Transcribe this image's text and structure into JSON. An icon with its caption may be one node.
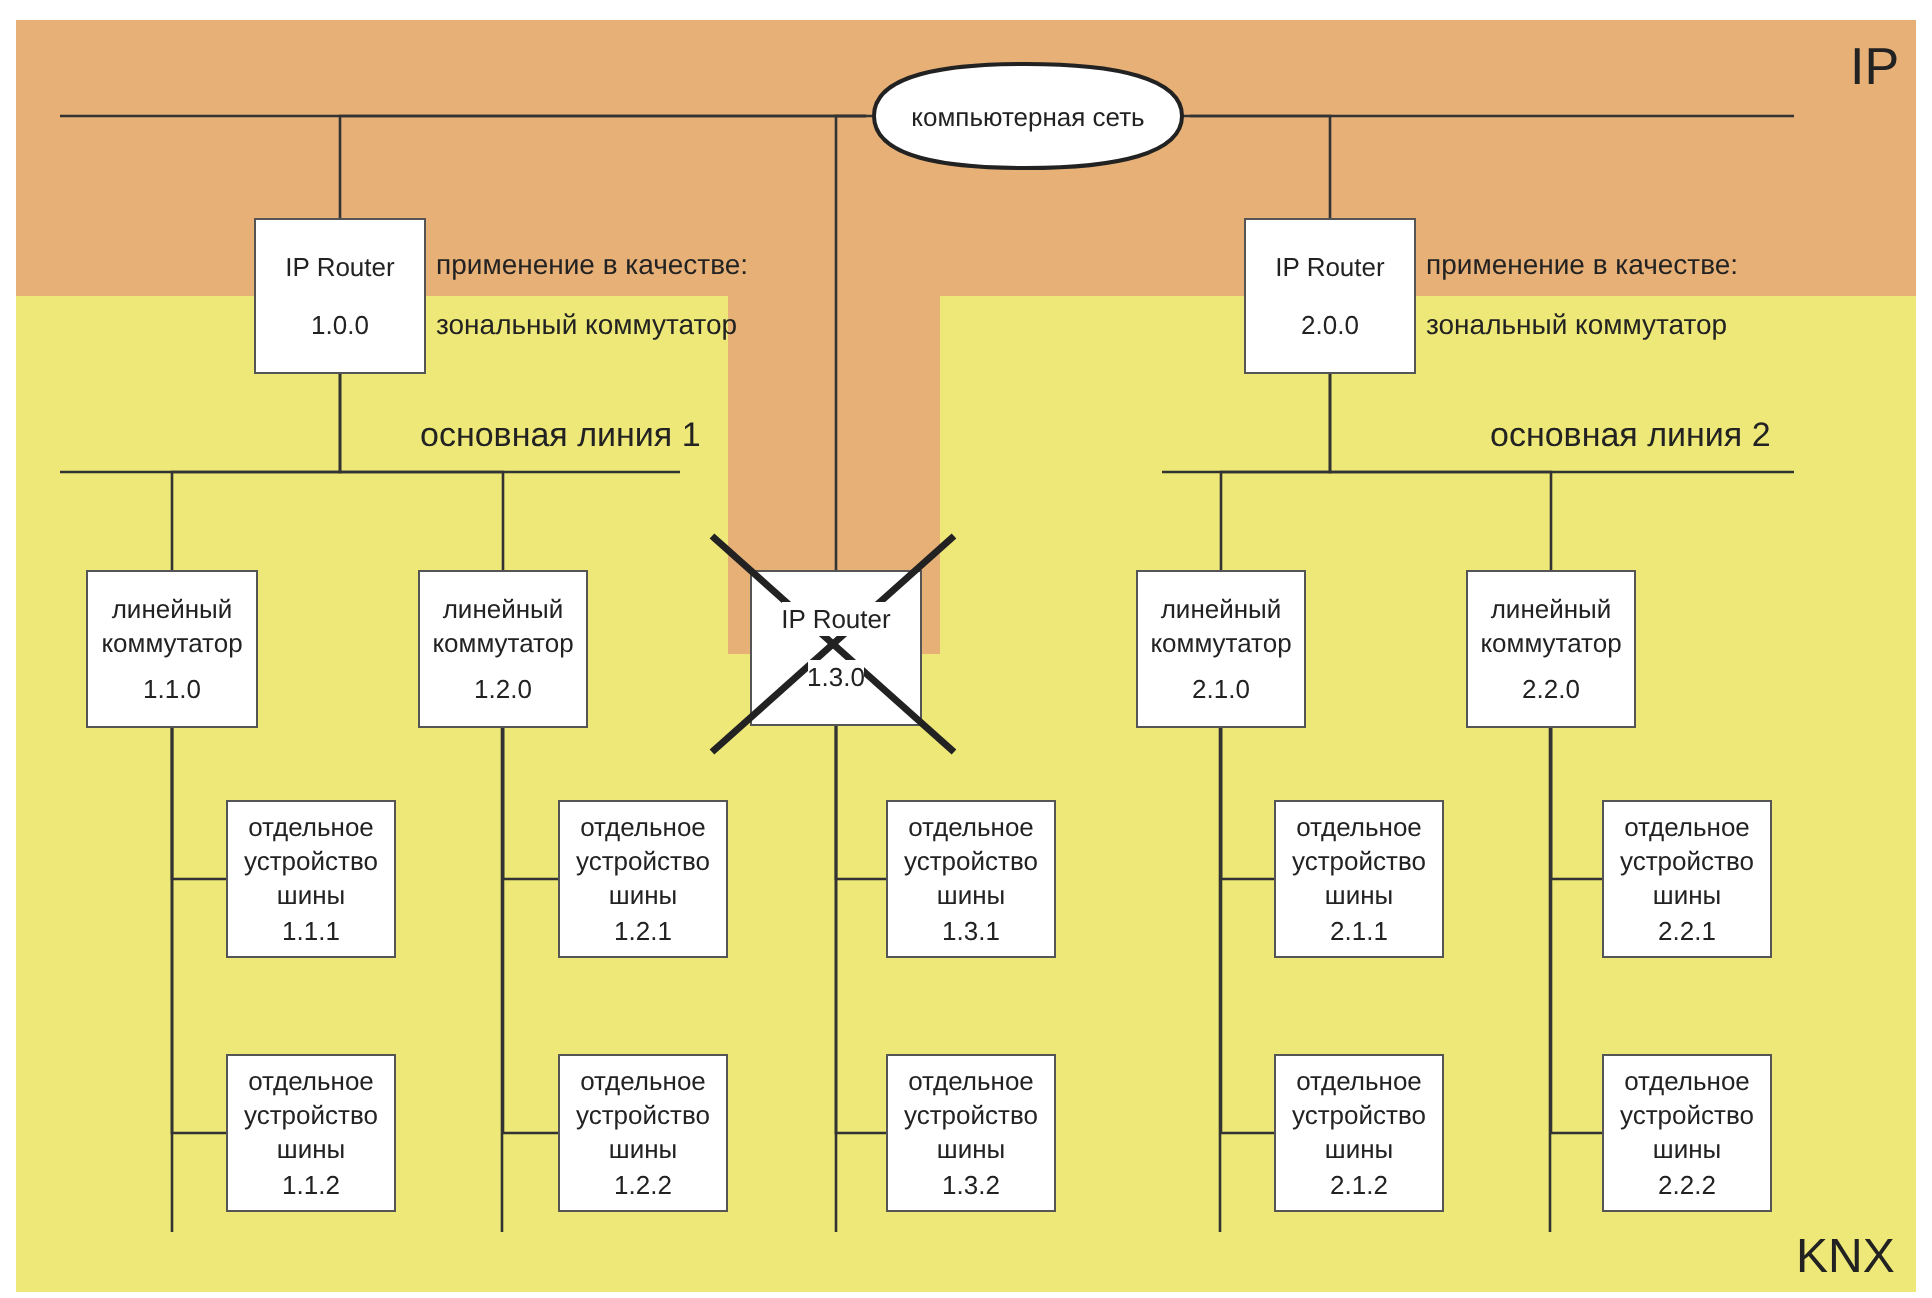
{
  "diagram": {
    "nodes": [
      {
        "text": [
          "компьютерная сеть"
        ]
      },
      {
        "text": [
          "IP Router",
          "1.0.0"
        ],
        "beside": [
          "применение в качестве: зональный коммутатор"
        ]
      },
      {
        "text": [
          "IP Router",
          "2.0.0"
        ],
        "beside": [
          "применение в качестве: зональный коммутатор"
        ]
      },
      {
        "text": [
          "линейный коммутатор",
          "1.1.0"
        ]
      },
      {
        "text": [
          "линейный коммутатор",
          "1.2.0"
        ]
      },
      {
        "text": [
          "IP Router",
          "1.3.0"
        ]
      },
      {
        "text": [
          "линейный коммутатор",
          "2.1.0"
        ]
      },
      {
        "text": [
          "линейный коммутатор",
          "2.2.0"
        ]
      },
      {
        "text": [
          "отдельное устройство шины",
          "1.1.1"
        ]
      },
      {
        "text": [
          "отдельное устройство шины",
          "1.1.2"
        ]
      },
      {
        "text": [
          "отдельное устройство шины",
          "1.2.1"
        ]
      },
      {
        "text": [
          "отдельное устройство шины",
          "1.2.2"
        ]
      },
      {
        "text": [
          "отдельное устройство шины",
          "1.3.1"
        ]
      },
      {
        "text": [
          "отдельное устройство шины",
          "1.3.2"
        ]
      },
      {
        "text": [
          "отдельное устройство шины",
          "2.1.1"
        ]
      },
      {
        "text": [
          "отдельное устройство шины",
          "2.1.2"
        ]
      },
      {
        "text": [
          "отдельное устройство шины",
          "2.2.1"
        ]
      },
      {
        "text": [
          "отдельное устройство шины",
          "2.2.2"
        ]
      }
    ],
    "edges": [
      {
        "from": 0,
        "to": 1,
        "arrow": "none"
      },
      {
        "from": 0,
        "to": 5,
        "arrow": "none"
      },
      {
        "from": 0,
        "to": 2,
        "arrow": "none"
      },
      {
        "from": 1,
        "to": 3,
        "arrow": "none"
      },
      {
        "from": 1,
        "to": 4,
        "arrow": "none"
      },
      {
        "from": 2,
        "to": 6,
        "arrow": "none"
      },
      {
        "from": 2,
        "to": 7,
        "arrow": "none"
      },
      {
        "from": 3,
        "to": 8,
        "arrow": "none"
      },
      {
        "from": 3,
        "to": 9,
        "arrow": "none"
      },
      {
        "from": 4,
        "to": 10,
        "arrow": "none"
      },
      {
        "from": 4,
        "to": 11,
        "arrow": "none"
      },
      {
        "from": 5,
        "to": 12,
        "arrow": "none"
      },
      {
        "from": 5,
        "to": 13,
        "arrow": "none"
      },
      {
        "from": 6,
        "to": 14,
        "arrow": "none"
      },
      {
        "from": 6,
        "to": 15,
        "arrow": "none"
      },
      {
        "from": 7,
        "to": 16,
        "arrow": "none"
      },
      {
        "from": 7,
        "to": 17,
        "arrow": "none"
      }
    ],
    "labels": [
      "IP",
      "основная линия 1",
      "основная линия 2",
      "KNX"
    ]
  }
}
